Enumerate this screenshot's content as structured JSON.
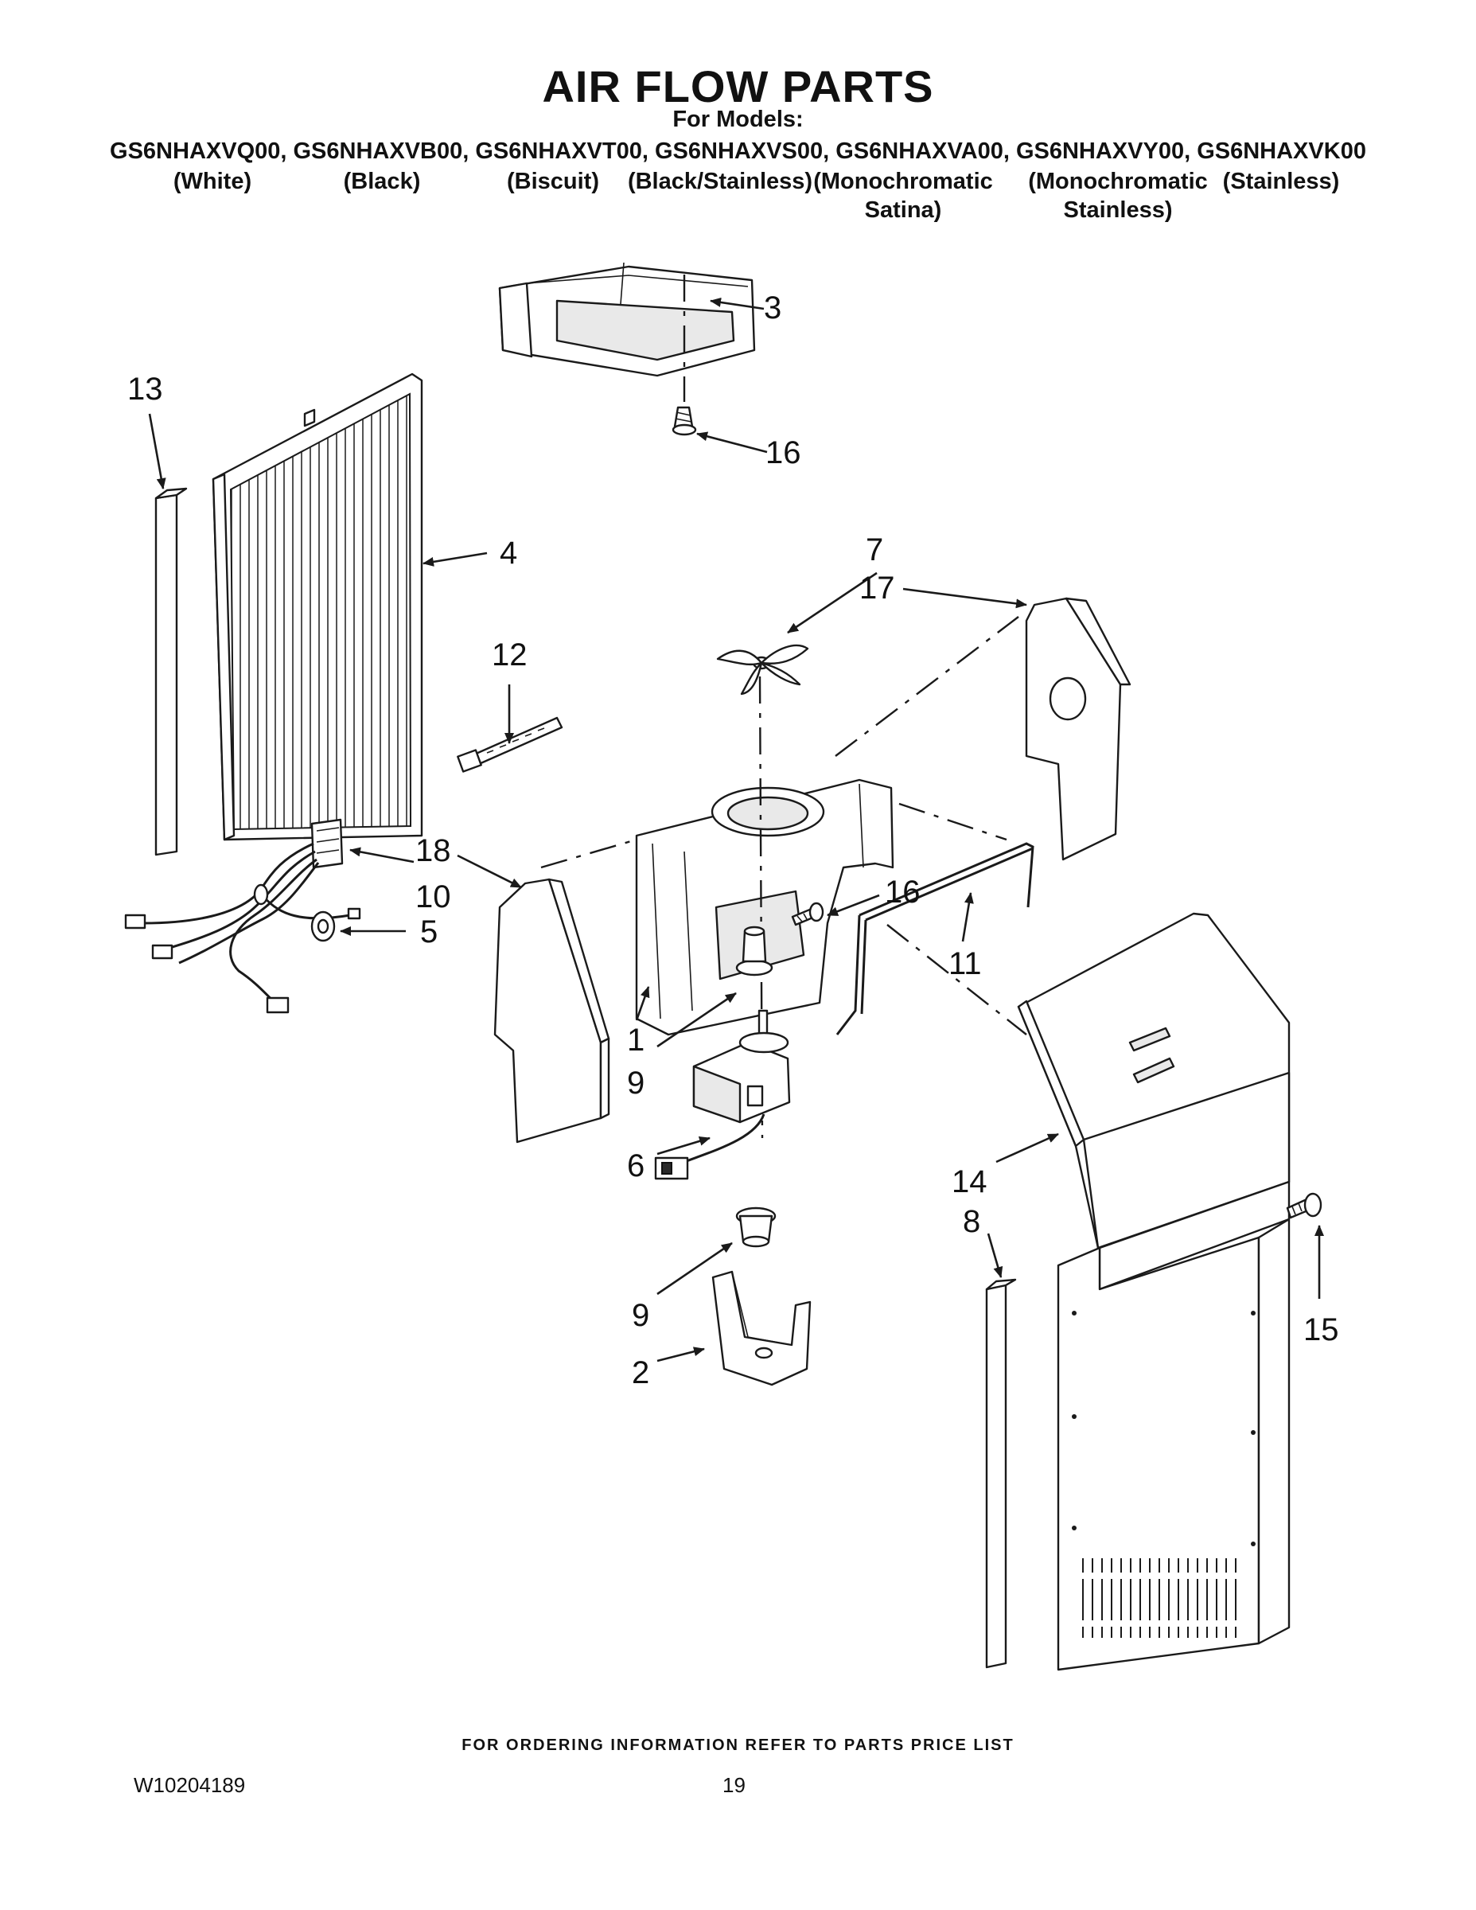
{
  "header": {
    "title": "AIR FLOW PARTS",
    "subtitle": "For Models:",
    "models_line": "GS6NHAXVQ00, GS6NHAXVB00, GS6NHAXVT00, GS6NHAXVS00, GS6NHAXVA00, GS6NHAXVY00, GS6NHAXVK00",
    "variants": [
      {
        "line1": "(White)",
        "line2": ""
      },
      {
        "line1": "(Black)",
        "line2": ""
      },
      {
        "line1": "(Biscuit)",
        "line2": ""
      },
      {
        "line1": "(Black/Stainless)",
        "line2": ""
      },
      {
        "line1": "(Monochromatic",
        "line2": "Satina)"
      },
      {
        "line1": "(Monochromatic",
        "line2": "Stainless)"
      },
      {
        "line1": "(Stainless)",
        "line2": ""
      }
    ]
  },
  "callouts": {
    "c1": "1",
    "c2": "2",
    "c3": "3",
    "c4": "4",
    "c5": "5",
    "c6": "6",
    "c7": "7",
    "c8": "8",
    "c9a": "9",
    "c9b": "9",
    "c10": "10",
    "c11": "11",
    "c12": "12",
    "c13": "13",
    "c14": "14",
    "c15": "15",
    "c16a": "16",
    "c16b": "16",
    "c17": "17",
    "c18": "18"
  },
  "footer": {
    "ordering_note": "FOR ORDERING INFORMATION REFER TO PARTS PRICE LIST",
    "document_number": "W10204189",
    "page_number": "19"
  }
}
